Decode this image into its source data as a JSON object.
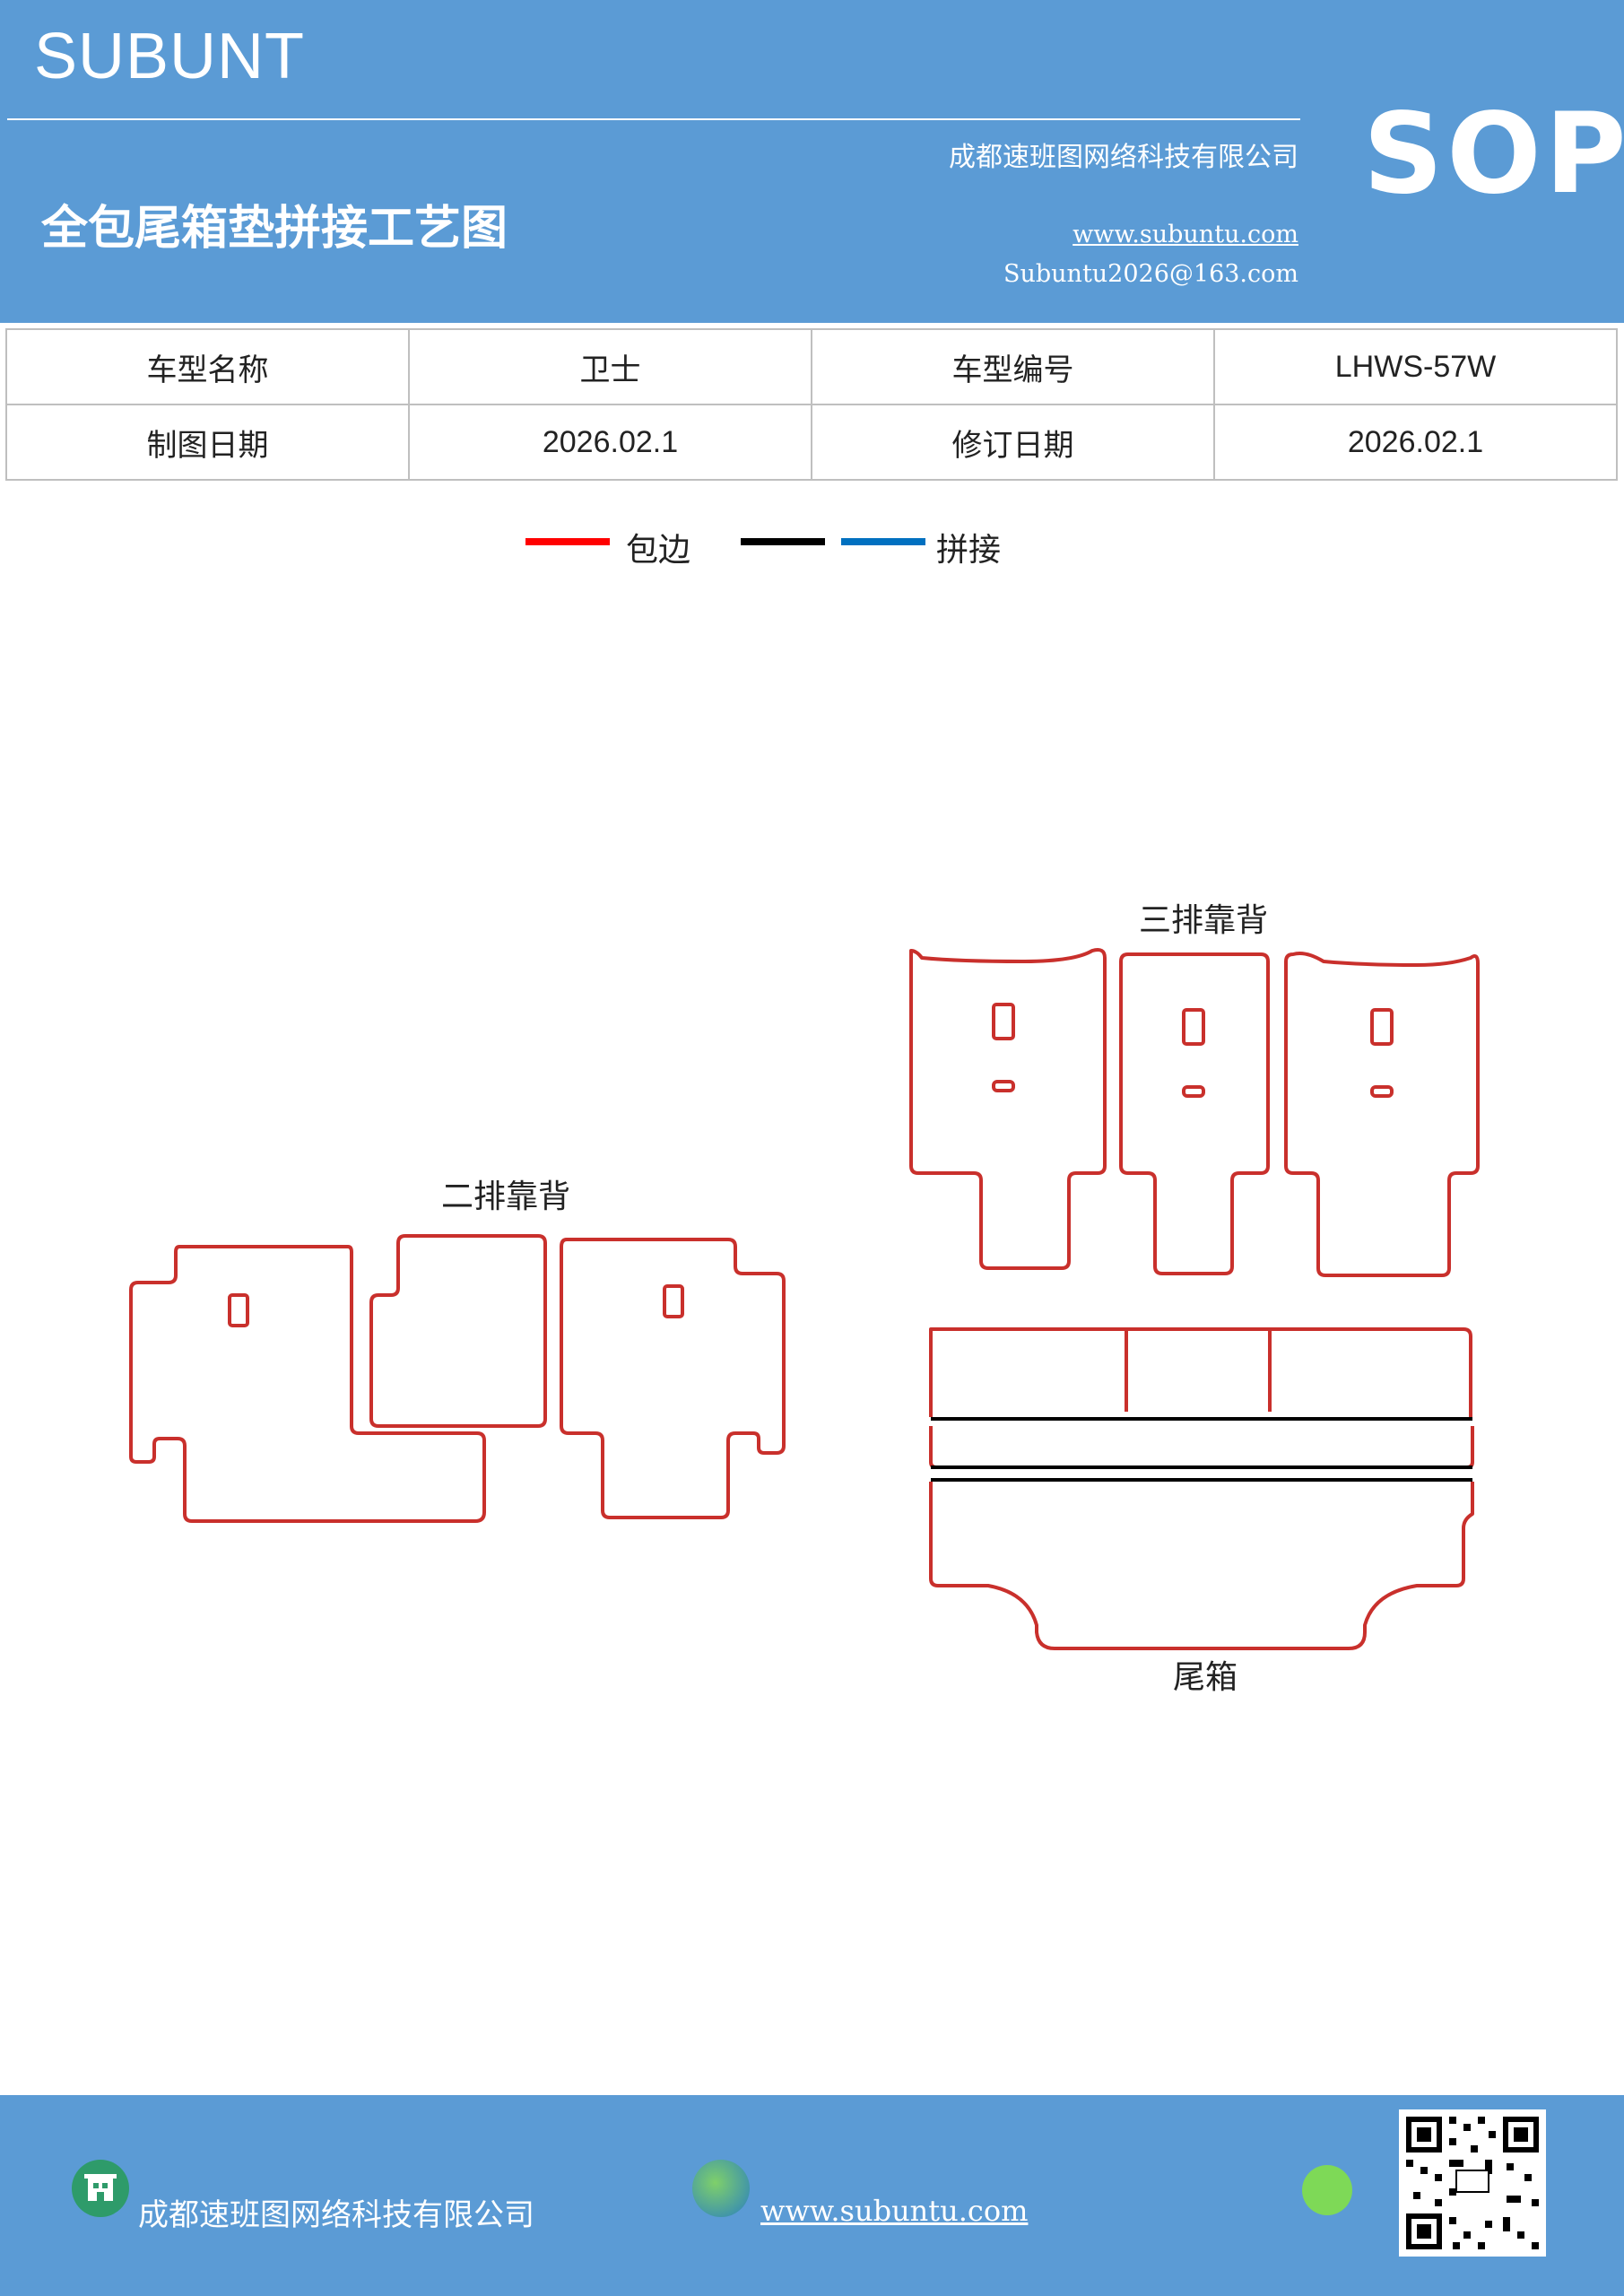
{
  "header": {
    "brand": "SUBUNT",
    "title": "全包尾箱垫拼接工艺图",
    "company": "成都速班图网络科技有限公司",
    "website": "www.subuntu.com",
    "email": "Subuntu2026@163.com",
    "badge": "SOP"
  },
  "info_table": [
    [
      "车型名称",
      "卫士",
      "车型编号",
      "LHWS-57W"
    ],
    [
      "制图日期",
      "2026.02.1",
      "修订日期",
      "2026.02.1"
    ]
  ],
  "legend": {
    "items": [
      {
        "label": "包边",
        "color": "#ff0000"
      },
      {
        "label": "",
        "color": "#000000"
      },
      {
        "label": "拼接",
        "color": "#0070c0"
      }
    ]
  },
  "drawing": {
    "labels": {
      "second_row": "二排靠背",
      "third_row": "三排靠背",
      "trunk": "尾箱"
    },
    "colors": {
      "edge": "#c9302c",
      "seam": "#000000"
    }
  },
  "footer": {
    "company": "成都速班图网络科技有限公司",
    "website": "www.subuntu.com"
  }
}
